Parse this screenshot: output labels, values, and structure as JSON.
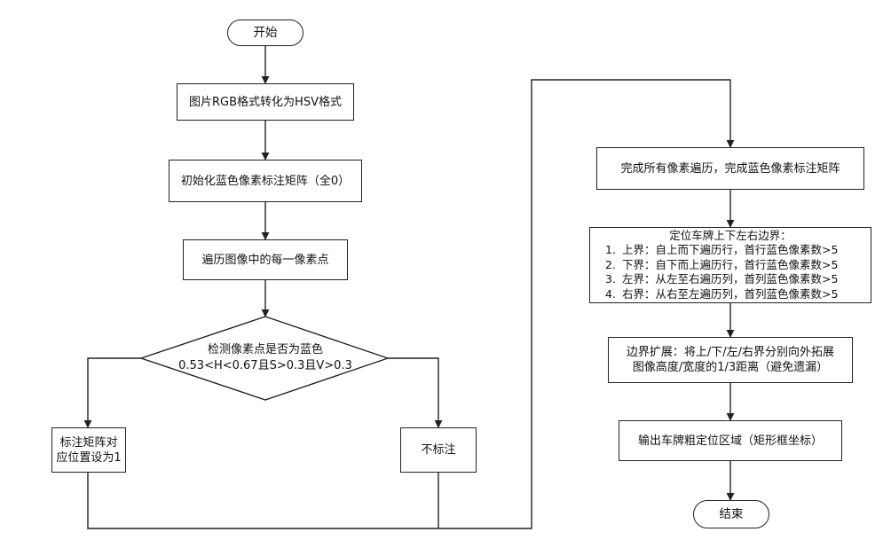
{
  "colors": {
    "line": "#222222",
    "fill": "#ffffff",
    "text": "#111111"
  },
  "flow": {
    "start": "开始",
    "step_convert": "图片RGB格式转化为HSV格式",
    "step_init": "初始化蓝色像素标注矩阵（全0）",
    "step_traverse": "遍历图像中的每一像素点",
    "decision": {
      "line1": "检测像素点是否为蓝色",
      "line2": "0.53<H<0.67且S>0.3且V>0.3"
    },
    "yes_branch": {
      "line1": "标注矩阵对",
      "line2": "应位置设为1"
    },
    "no_branch": "不标注",
    "step_complete": "完成所有像素遍历，完成蓝色像素标注矩阵",
    "boundary": {
      "title": "定位车牌上下左右边界：",
      "items": [
        {
          "num": "1.",
          "text": "上界：自上而下遍历行，首行蓝色像素数>5"
        },
        {
          "num": "2.",
          "text": "下界：自下而上遍历行，首行蓝色像素数>5"
        },
        {
          "num": "3.",
          "text": "左界：从左至右遍历列，首列蓝色像素数>5"
        },
        {
          "num": "4.",
          "text": "右界：从右至左遍历列，首列蓝色像素数>5"
        }
      ]
    },
    "expand": {
      "line1": "边界扩展：将上/下/左/右界分别向外拓展",
      "line2": "图像高度/宽度的1/3距离（避免遗漏）"
    },
    "output": "输出车牌粗定位区域（矩形框坐标）",
    "end": "结束"
  }
}
